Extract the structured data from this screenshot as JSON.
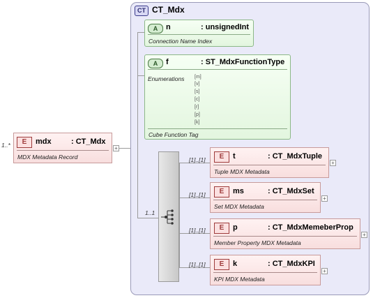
{
  "root": {
    "cardinality": "1..*",
    "badge": "E",
    "name": "mdx",
    "type": ": CT_Mdx",
    "description": "MDX Metadata Record"
  },
  "complex_type": {
    "badge": "CT",
    "name": "CT_Mdx"
  },
  "attributes": [
    {
      "badge": "A",
      "name": "n",
      "type": ": unsignedInt",
      "description": "Connection Name Index"
    },
    {
      "badge": "A",
      "name": "f",
      "type": ": ST_MdxFunctionType",
      "enumerations_label": "Enumerations",
      "enumerations": [
        "[m]",
        "[v]",
        "[s]",
        "[c]",
        "[r]",
        "[p]",
        "[k]"
      ],
      "description": "Cube Function Tag"
    }
  ],
  "sequence": {
    "cardinality": "1..1"
  },
  "children": [
    {
      "cardinality": "[1]..[1]",
      "badge": "E",
      "name": "t",
      "type": ": CT_MdxTuple",
      "description": "Tuple MDX Metadata"
    },
    {
      "cardinality": "[1]..[1]",
      "badge": "E",
      "name": "ms",
      "type": ": CT_MdxSet",
      "description": "Set MDX Metadata"
    },
    {
      "cardinality": "[1]..[1]",
      "badge": "E",
      "name": "p",
      "type": ": CT_MdxMemeberProp",
      "description": "Member Property MDX Metadata"
    },
    {
      "cardinality": "[1]..[1]",
      "badge": "E",
      "name": "k",
      "type": ": CT_MdxKPI",
      "description": "KPI MDX Metadata"
    }
  ],
  "expand_symbol": "+"
}
